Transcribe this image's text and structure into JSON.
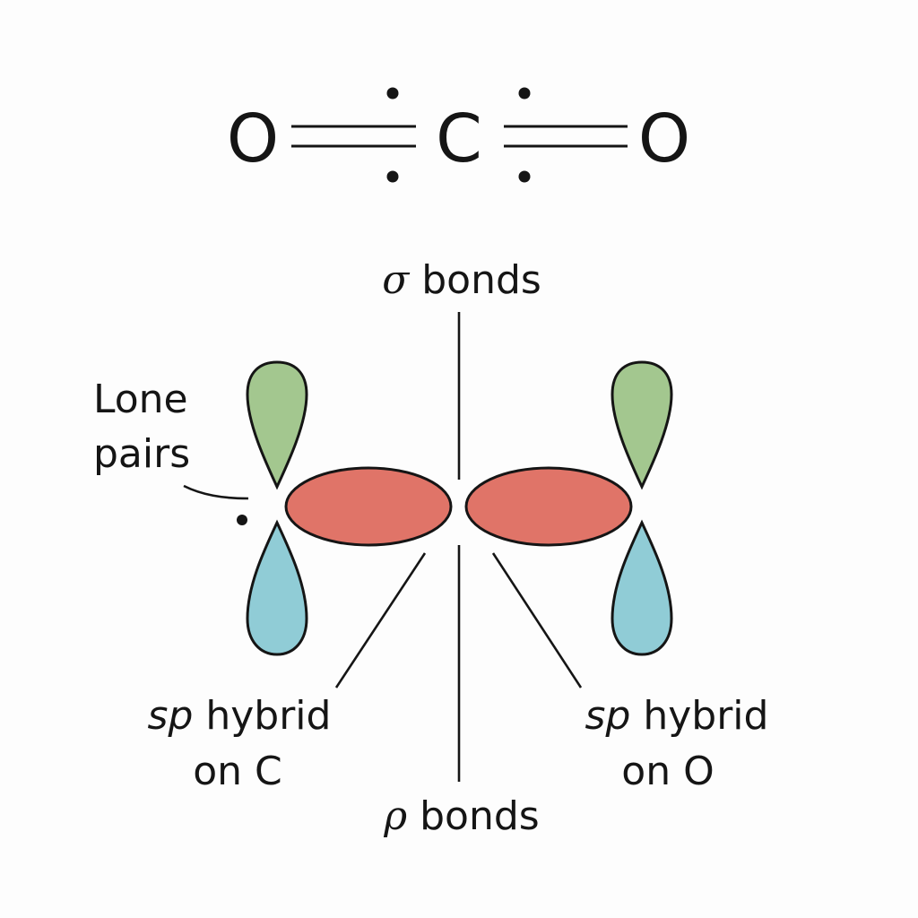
{
  "molecule": {
    "left_atom": "O",
    "center_atom": "C",
    "right_atom": "O"
  },
  "labels": {
    "sigma_top_symbol": "σ",
    "sigma_top_text": " bonds",
    "sigma_bottom_symbol": "ρ",
    "sigma_bottom_text": " bonds",
    "lone_pairs_line1": "Lone",
    "lone_pairs_line2": "pairs",
    "hybrid_c_sp": "sp",
    "hybrid_c_line1_rest": " hybrid",
    "hybrid_c_line2": "on C",
    "hybrid_o_sp": "sp",
    "hybrid_o_line1_rest": " hybrid",
    "hybrid_o_line2": "on O"
  },
  "colors": {
    "sigma_lobe": "#e07468",
    "p_lobe_upper": "#a3c78f",
    "p_lobe_lower": "#90ccd6",
    "ink": "#151515",
    "background": "#fdfdfd"
  }
}
